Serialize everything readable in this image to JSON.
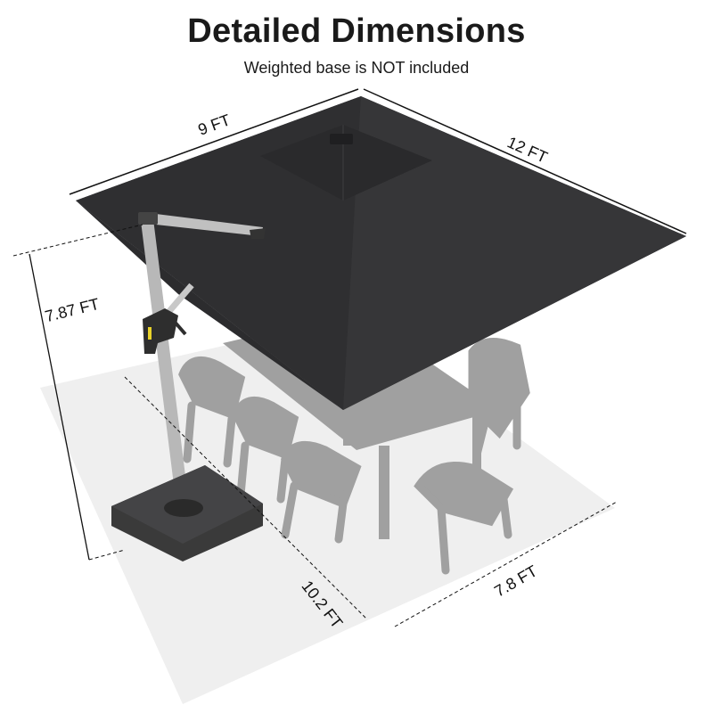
{
  "header": {
    "title": "Detailed Dimensions",
    "subtitle": "Weighted base is NOT included"
  },
  "dimensions": {
    "canopy_width": "9 FT",
    "canopy_length": "12 FT",
    "height": "7.87 FT",
    "shade_area_length": "10.2 FT",
    "shade_area_width": "7.8 FT"
  },
  "colors": {
    "canopy": "#333335",
    "canopy_shade": "#2a2a2c",
    "pole": "#b8b8b8",
    "base": "#3a3a3a",
    "furniture": "#a0a0a0",
    "shadow_area": "#efefef",
    "text": "#111111"
  },
  "illustration": {
    "subject": "cantilever-patio-umbrella",
    "objects": [
      "umbrella-canopy",
      "umbrella-pole",
      "crank-handle",
      "weighted-base",
      "dining-table",
      "chairs"
    ]
  }
}
